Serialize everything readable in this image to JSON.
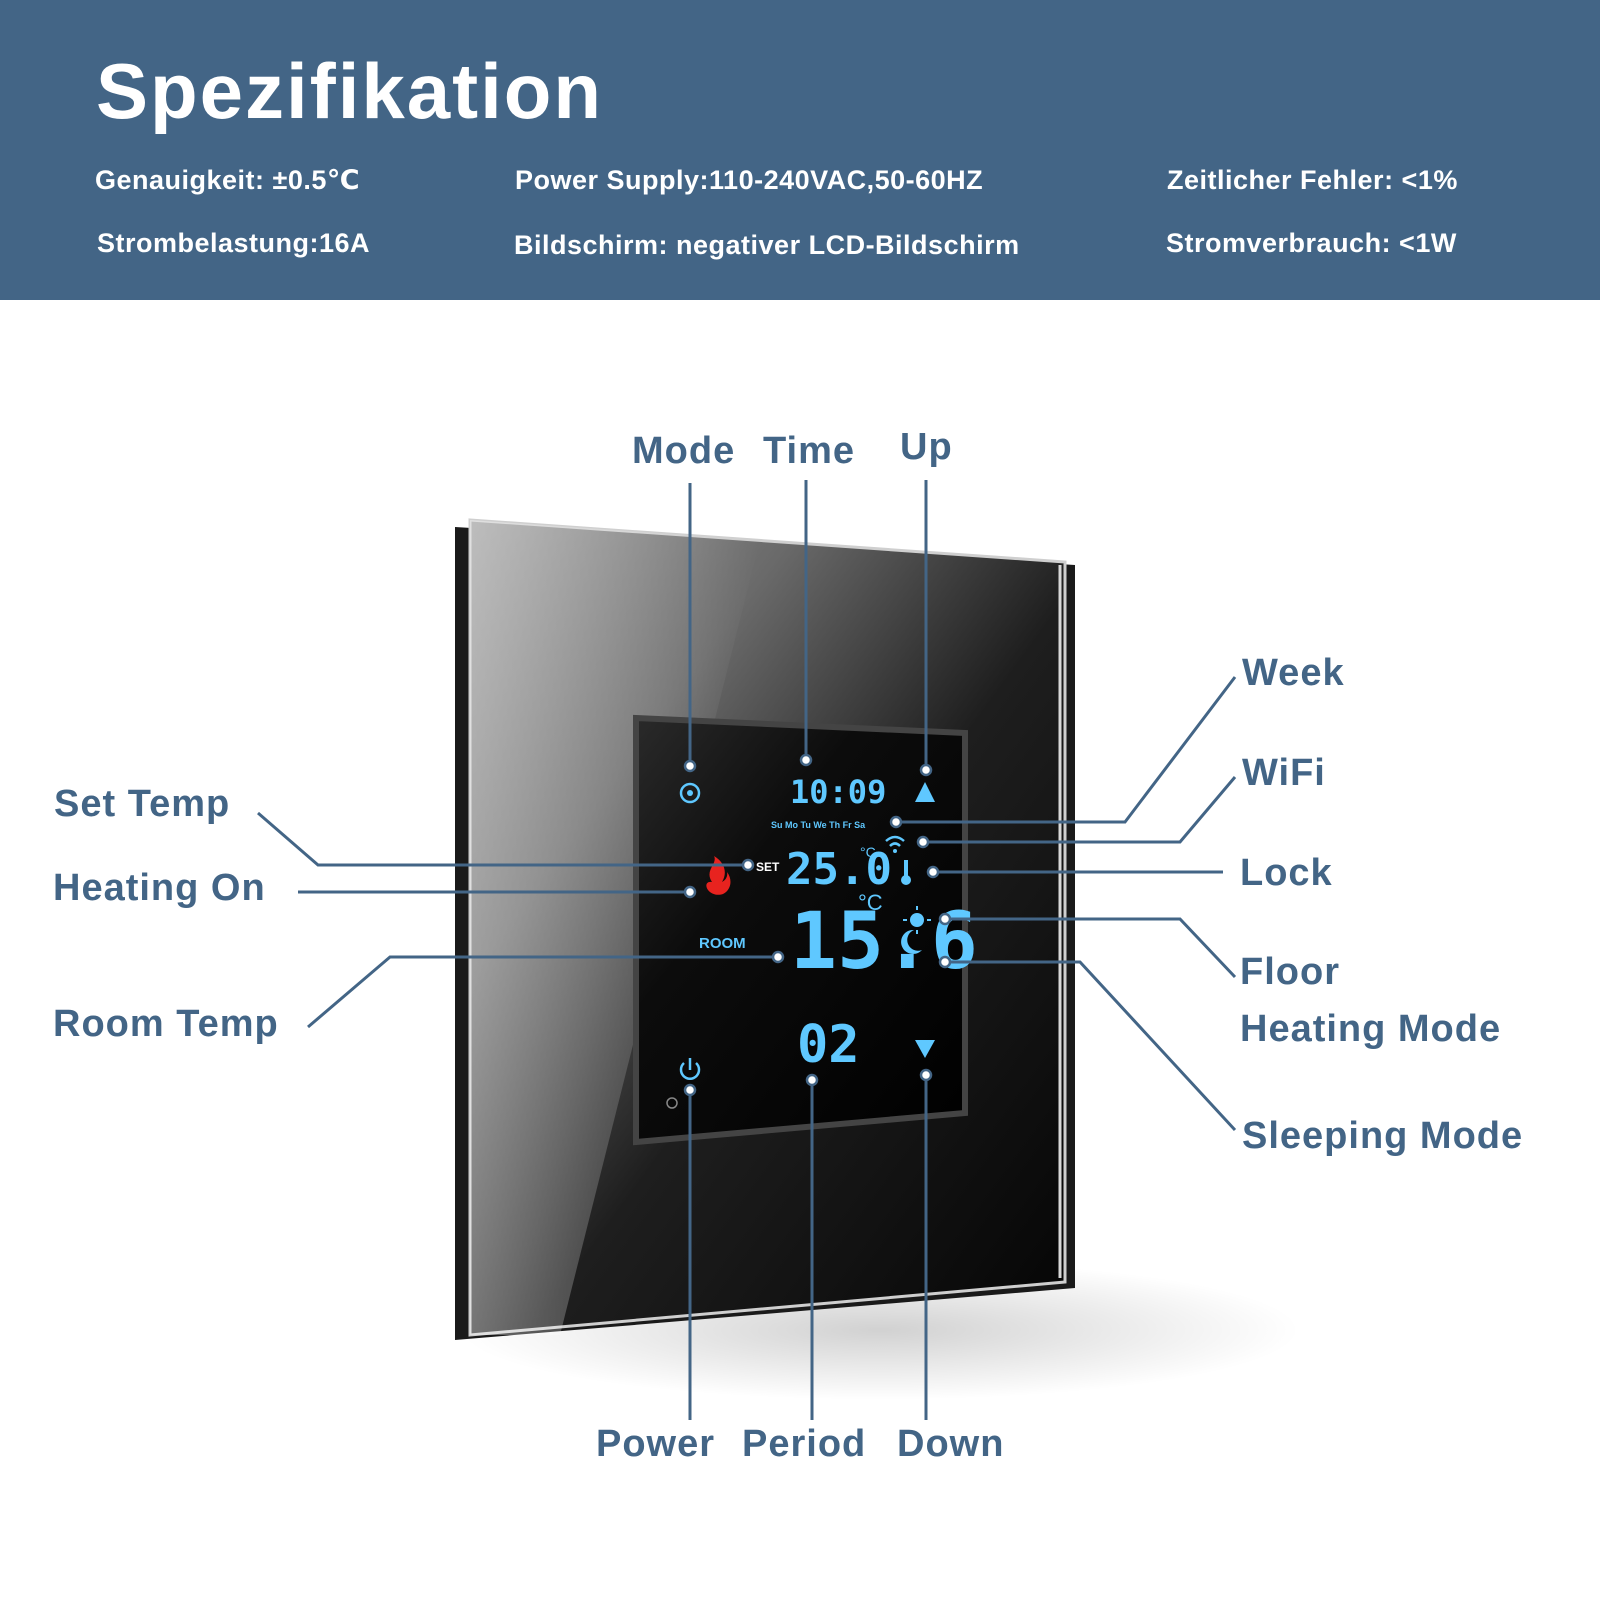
{
  "header": {
    "title": "Spezifikation",
    "specs": {
      "accuracy": "Genauigkeit: ±0.5℃",
      "power_supply": "Power Supply:110-240VAC,50-60HZ",
      "time_error": "Zeitlicher Fehler: <1%",
      "current_load": "Strombelastung:16A",
      "screen": "Bildschirm: negativer LCD-Bildschirm",
      "consumption": "Stromverbrauch: <1W"
    }
  },
  "callouts": {
    "mode": "Mode",
    "time": "Time",
    "up": "Up",
    "week": "Week",
    "wifi": "WiFi",
    "lock": "Lock",
    "floor_line1": "Floor",
    "floor_line2": "Heating Mode",
    "sleeping": "Sleeping Mode",
    "set_temp": "Set Temp",
    "heating_on": "Heating On",
    "room_temp": "Room Temp",
    "power": "Power",
    "period": "Period",
    "down": "Down"
  },
  "display": {
    "time": "10:09",
    "weekdays": "Su Mo Tu We Th Fr Sa",
    "set_label": "SET",
    "set_temp": "25.0",
    "room_label": "ROOM",
    "room_temp": "15.6",
    "unit": "°C",
    "period": "02"
  },
  "colors": {
    "header_bg": "#436586",
    "label_color": "#436586",
    "lcd_blue": "#5fc8ff",
    "flame": "#e8231f"
  }
}
